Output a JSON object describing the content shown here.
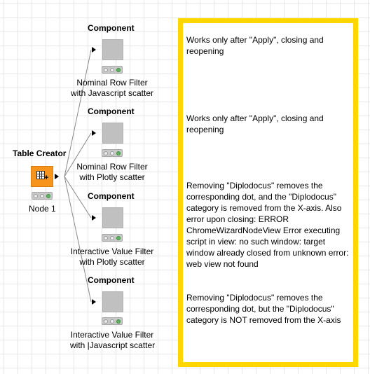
{
  "source_node": {
    "title": "Table Creator",
    "label": "Node 1",
    "icon": "table-creator-icon",
    "color": "#f7941d"
  },
  "components": [
    {
      "title": "Component",
      "label_line1": "Nominal Row Filter",
      "label_line2": "with Javascript scatter"
    },
    {
      "title": "Component",
      "label_line1": "Nominal Row Filter",
      "label_line2": "with Plotly scatter"
    },
    {
      "title": "Component",
      "label_line1": "Interactive Value Filter",
      "label_line2": "with Plotly scatter"
    },
    {
      "title": "Component",
      "label_line1": "Interactive Value Filter",
      "label_line2": "with |Javascript scatter"
    }
  ],
  "annotation": {
    "border_color": "#ffd700",
    "notes": [
      "Works only after \"Apply\", closing and reopening",
      "Works only after \"Apply\", closing and reopening",
      "Removing \"Diplodocus\" removes the corresponding dot, and the \"Diplodocus\" category is removed from the X-axis. Also error upon closing: ERROR ChromeWizardNodeView Error executing script in view: no such window: target window already closed from unknown error: web view not found",
      "Removing \"Diplodocus\" removes the corresponding dot, but the \"Diplodocus\" category is NOT removed from the X-axis"
    ]
  },
  "status_colors": {
    "inactive": "#eeeeee",
    "executed": "#5bb85b"
  }
}
